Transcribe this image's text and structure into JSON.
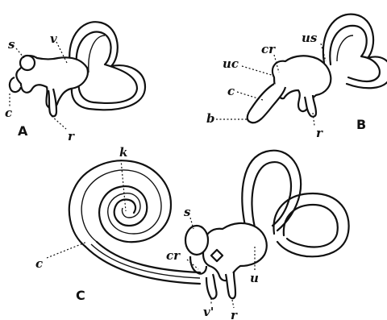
{
  "panels": {
    "a": {
      "panel_label": "A",
      "labels": {
        "s": "s",
        "v": "v",
        "c": "c",
        "r": "r"
      }
    },
    "b": {
      "panel_label": "B",
      "labels": {
        "us": "us",
        "cr": "cr",
        "uc": "uc",
        "c": "c",
        "b": "b",
        "r": "r"
      }
    },
    "c": {
      "panel_label": "C",
      "labels": {
        "k": "k",
        "s": "s",
        "cr": "cr",
        "c": "c",
        "u": "u",
        "v": "v'",
        "r": "r"
      }
    }
  }
}
